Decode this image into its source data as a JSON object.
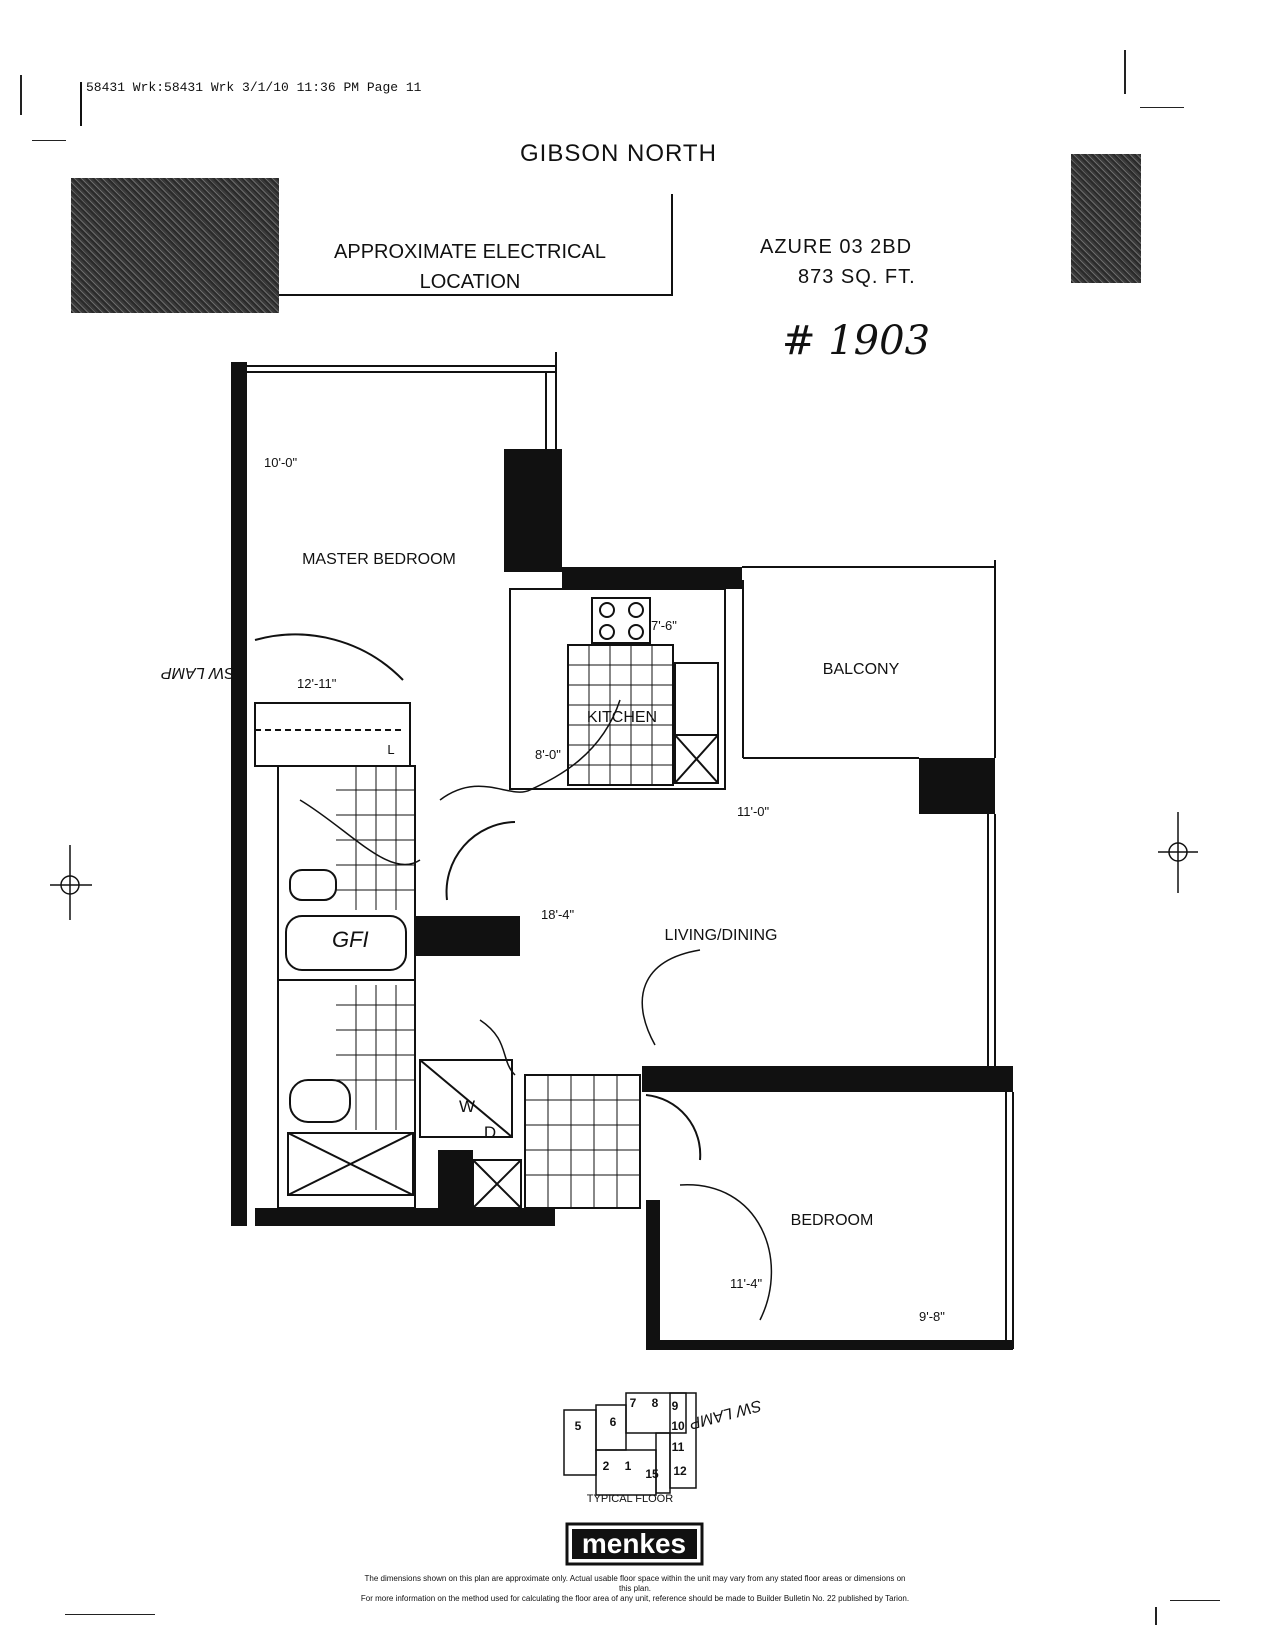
{
  "header": {
    "fax_line": "58431 Wrk:58431 Wrk   3/1/10   11:36 PM   Page 11",
    "project": "GIBSON  NORTH",
    "box_title_line1": "APPROXIMATE ELECTRICAL",
    "box_title_line2": "LOCATION",
    "model": "AZURE  03    2BD",
    "area": "873 SQ. FT.",
    "unit_number": "# 1903"
  },
  "rooms": {
    "master_bedroom": "MASTER BEDROOM",
    "kitchen": "KITCHEN",
    "balcony": "BALCONY",
    "living_dining": "LIVING/DINING",
    "bedroom": "BEDROOM",
    "washer": "W",
    "dryer": "D",
    "linen": "L"
  },
  "dimensions": {
    "master_width": "10'-0\"",
    "master_length": "12'-11\"",
    "kitchen_width": "7'-6\"",
    "kitchen_length": "8'-0\"",
    "living_width": "11'-0\"",
    "living_length": "18'-4\"",
    "bedroom_length": "11'-4\"",
    "bedroom_width": "9'-8\""
  },
  "annotations": {
    "sw_lamp_1": "SW LAMP",
    "sw_lamp_2": "SW LAMP",
    "tub_note": "GFI"
  },
  "key_plan": {
    "units": [
      "5",
      "6",
      "7",
      "8",
      "9",
      "10",
      "11",
      "12",
      "15",
      "2",
      "1"
    ],
    "label": "TYPICAL FLOOR"
  },
  "footer": {
    "logo": "menkes",
    "disclaimer_line1": "The dimensions shown on this plan are approximate only. Actual usable floor space within the unit may vary from any stated floor areas or dimensions on this plan.",
    "disclaimer_line2": "For more information on the method used for calculating the floor area of any unit, reference should be made to Builder Bulletin No. 22 published by Tarion."
  }
}
